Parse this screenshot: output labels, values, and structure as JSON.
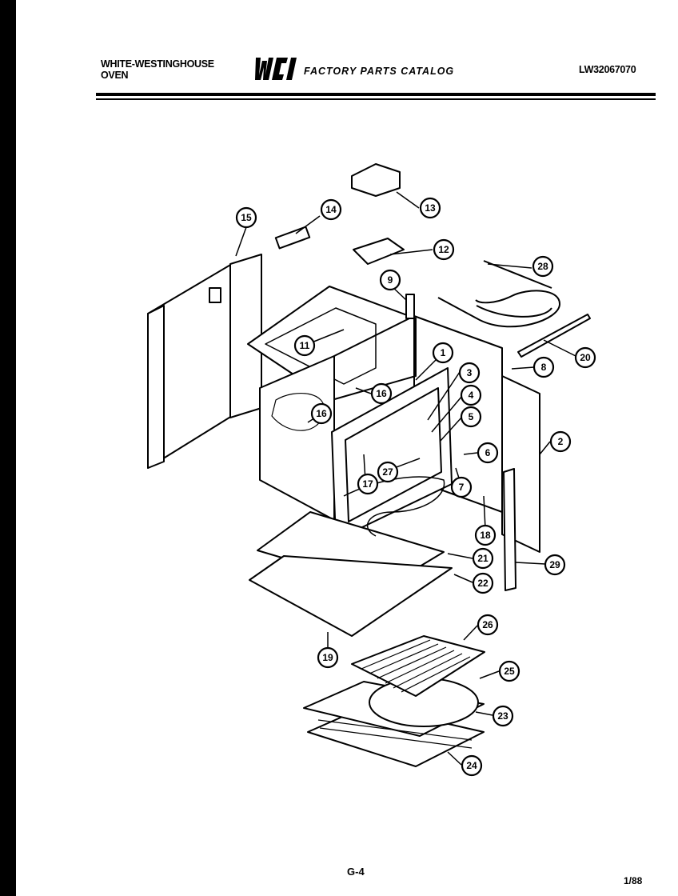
{
  "header": {
    "brand_line1": "WHITE-WESTINGHOUSE",
    "brand_line2": "OVEN",
    "logo_text": "WCI",
    "catalog_title": "FACTORY PARTS CATALOG",
    "model_number": "LW32067070"
  },
  "callouts": [
    "1",
    "2",
    "3",
    "4",
    "5",
    "6",
    "7",
    "8",
    "9",
    "11",
    "12",
    "13",
    "14",
    "15",
    "16",
    "16",
    "17",
    "18",
    "19",
    "20",
    "21",
    "22",
    "23",
    "24",
    "25",
    "26",
    "27",
    "28",
    "29"
  ],
  "footer": {
    "page": "G-4",
    "date": "1/88"
  },
  "colors": {
    "ink": "#000000",
    "paper": "#ffffff"
  }
}
